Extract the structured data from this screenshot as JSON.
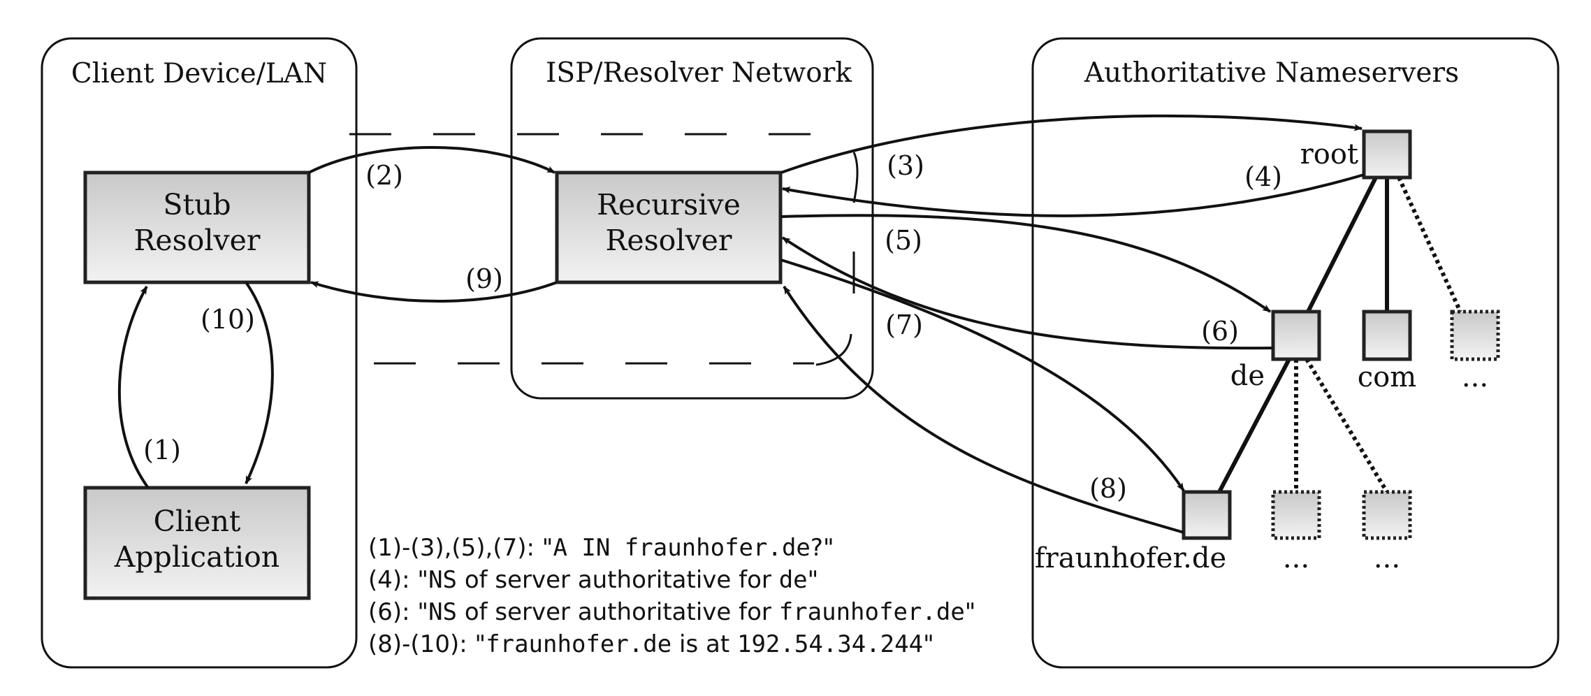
{
  "zones": {
    "client": "Client Device/LAN",
    "isp": "ISP/Resolver Network",
    "auth": "Authoritative Nameservers"
  },
  "boxes": {
    "stub": [
      "Stub",
      "Resolver"
    ],
    "recursive": [
      "Recursive",
      "Resolver"
    ],
    "client_app": [
      "Client",
      "Application"
    ]
  },
  "steps": {
    "s1": "(1)",
    "s2": "(2)",
    "s3": "(3)",
    "s4": "(4)",
    "s5": "(5)",
    "s6": "(6)",
    "s7": "(7)",
    "s8": "(8)",
    "s9": "(9)",
    "s10": "(10)"
  },
  "nodes": {
    "root": "root",
    "de": "de",
    "com": "com",
    "fraunhofer": "fraunhofer.de",
    "ellipsis_com_sibling": "...",
    "ellipsis_de_child_1": "...",
    "ellipsis_de_child_2": "..."
  },
  "legend": [
    [
      {
        "t": "(1)-(3),(5),(7): \"",
        "m": false
      },
      {
        "t": "A IN fraunhofer.de",
        "m": true
      },
      {
        "t": "?\"",
        "m": false
      }
    ],
    [
      {
        "t": "(4): \"",
        "m": false
      },
      {
        "t": "NS",
        "m": true
      },
      {
        "t": " of server authoritative for ",
        "m": false
      },
      {
        "t": "de",
        "m": true
      },
      {
        "t": "\"",
        "m": false
      }
    ],
    [
      {
        "t": "(6): \"",
        "m": false
      },
      {
        "t": "NS",
        "m": true
      },
      {
        "t": " of server authoritative for ",
        "m": false
      },
      {
        "t": "fraunhofer.de",
        "m": true
      },
      {
        "t": "\"",
        "m": false
      }
    ],
    [
      {
        "t": "(8)-(10): \"",
        "m": false
      },
      {
        "t": "fraunhofer.de",
        "m": true
      },
      {
        "t": " is at ",
        "m": false
      },
      {
        "t": "192.54.34.244",
        "m": true
      },
      {
        "t": "\"",
        "m": false
      }
    ]
  ]
}
